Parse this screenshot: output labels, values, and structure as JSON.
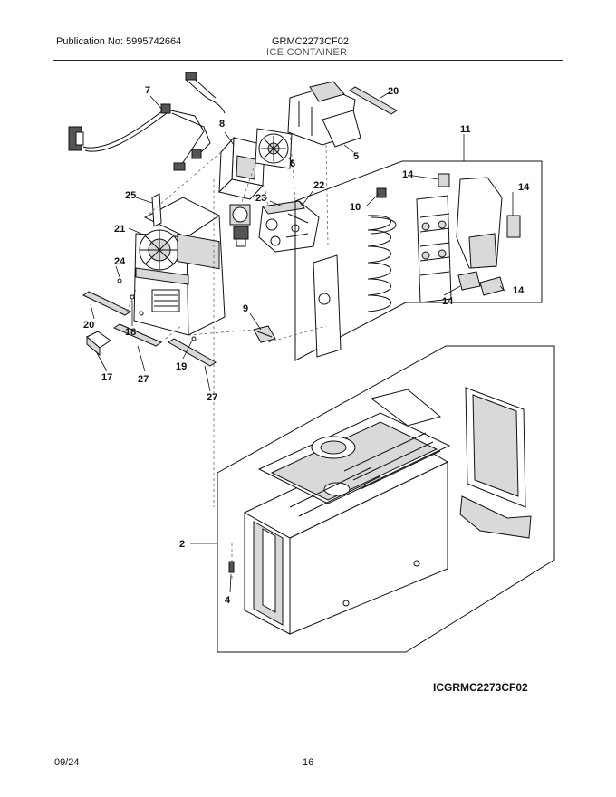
{
  "header": {
    "publication": "Publication No: 5995742664",
    "model": "GRMC2273CF02",
    "section": "ICE CONTAINER"
  },
  "diagram": {
    "code": "ICGRMC2273CF02",
    "callouts": {
      "c2": "2",
      "c4": "4",
      "c5": "5",
      "c6": "6",
      "c7": "7",
      "c8": "8",
      "c9": "9",
      "c10": "10",
      "c11": "11",
      "c14a": "14",
      "c14b": "14",
      "c14c": "14",
      "c14d": "14",
      "c17": "17",
      "c18": "18",
      "c19": "19",
      "c20a": "20",
      "c20b": "20",
      "c21": "21",
      "c22": "22",
      "c23": "23",
      "c24": "24",
      "c25": "25",
      "c27a": "27",
      "c27b": "27"
    }
  },
  "footer": {
    "date": "09/24",
    "page": "16"
  }
}
